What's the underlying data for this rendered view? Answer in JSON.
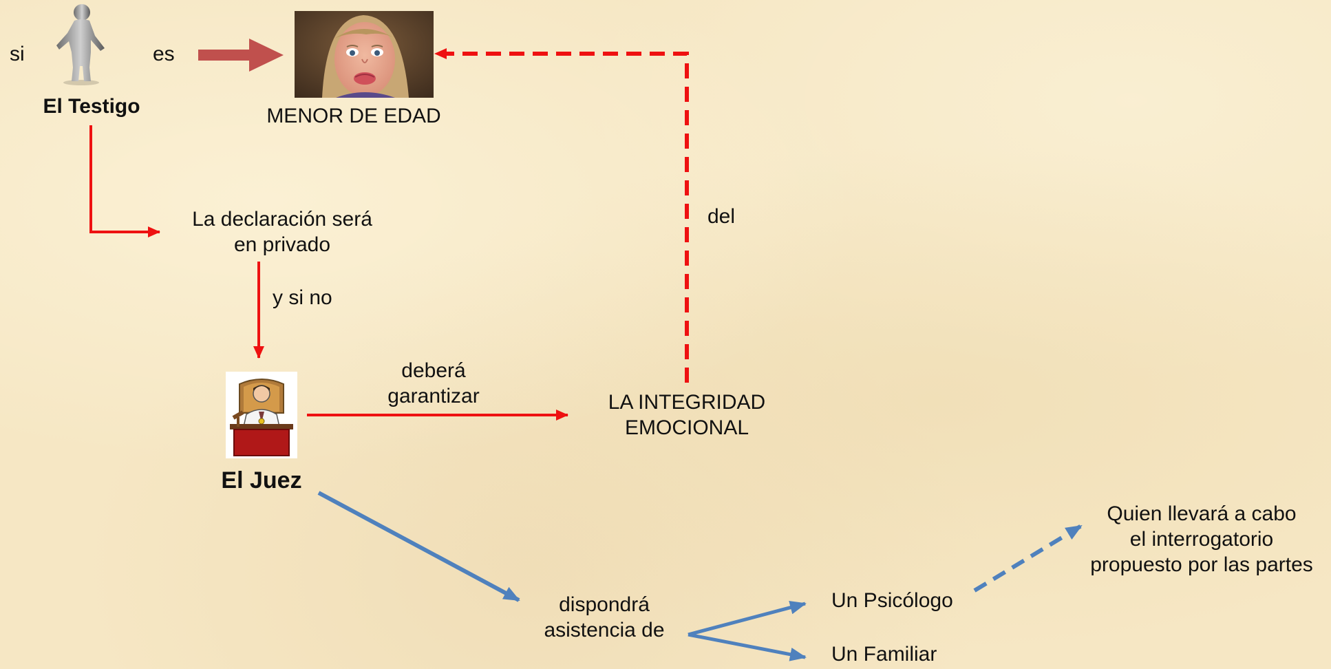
{
  "labels": {
    "si": "si",
    "es": "es",
    "testigo": "El Testigo",
    "menor": "MENOR DE EDAD",
    "declaracion_l1": "La declaración será",
    "declaracion_l2": "en privado",
    "y_si_no": "y si no",
    "juez": "El Juez",
    "debera_l1": "deberá",
    "debera_l2": "garantizar",
    "integridad_l1": "LA INTEGRIDAD",
    "integridad_l2": "EMOCIONAL",
    "del": "del",
    "dispondra_l1": "dispondrá",
    "dispondra_l2": "asistencia de",
    "psicologo": "Un Psicólogo",
    "familiar": "Un Familiar",
    "quien_l1": "Quien llevará a cabo",
    "quien_l2": "el interrogatorio",
    "quien_l3": "propuesto por las partes"
  },
  "colors": {
    "red_arrow": "#ee1111",
    "blockarrow": "#c0504d",
    "blue_arrow": "#4f81bd"
  },
  "icons": {
    "figure": "gray-person-figure",
    "child": "crying-child-photo",
    "judge": "judge-clipart"
  }
}
